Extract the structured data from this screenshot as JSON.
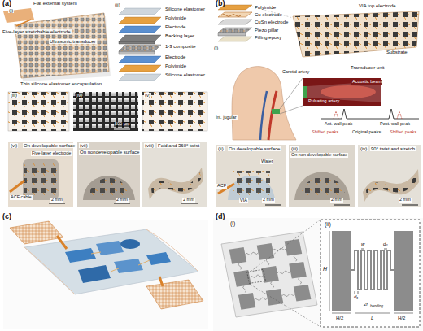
{
  "diagram": {
    "labels": [
      "(a)",
      "(i)",
      "Flat external system",
      "Five-layer stretchable electrode",
      "Ultrasonic transducer",
      "Thin silicone elastomer encapsulation",
      "(ii)",
      "Silicone elastomer",
      "Polyimide",
      "Electrode",
      "Backing layer",
      "1-3 composite",
      "Electrode",
      "Polyimide",
      "Silicone elastomer",
      "(iii)",
      "(iv)",
      "500 μm",
      "(v)",
      "(vi)",
      "On developable surface",
      "ACF cable",
      "Five-layer electrode",
      "2 mm",
      "(vii)",
      "On nondevelopable surface",
      "2 mm",
      "(viii)",
      "Fold and 360° twist",
      "2 mm",
      "(b)",
      "(i)",
      "Polyimide",
      "Cu electrode",
      "CuSn electrode",
      "Piezo pillar",
      "Filling epoxy",
      "VIA top electrode",
      "Substrate",
      "Transducer unit",
      "Int. jugular",
      "Carotid artery",
      "Pulsating artery",
      "Acoustic beam",
      "Ant. wall peak",
      "Post. wall peak",
      "Shifted peaks",
      "Original peaks",
      "Shifted peaks",
      "(ii)",
      "On developable surface",
      "Water",
      "ACF",
      "VIA",
      "2 mm",
      "(iii)",
      "On non-developable surface",
      "2 mm",
      "(iv)",
      "90° twist and stretch",
      "2 mm",
      "(c)",
      "(d)",
      "(i)",
      "(ii)",
      "H",
      "H/2",
      "L",
      "H/2",
      "w",
      "d₂",
      "d₁",
      "2r",
      "bending"
    ]
  }
}
